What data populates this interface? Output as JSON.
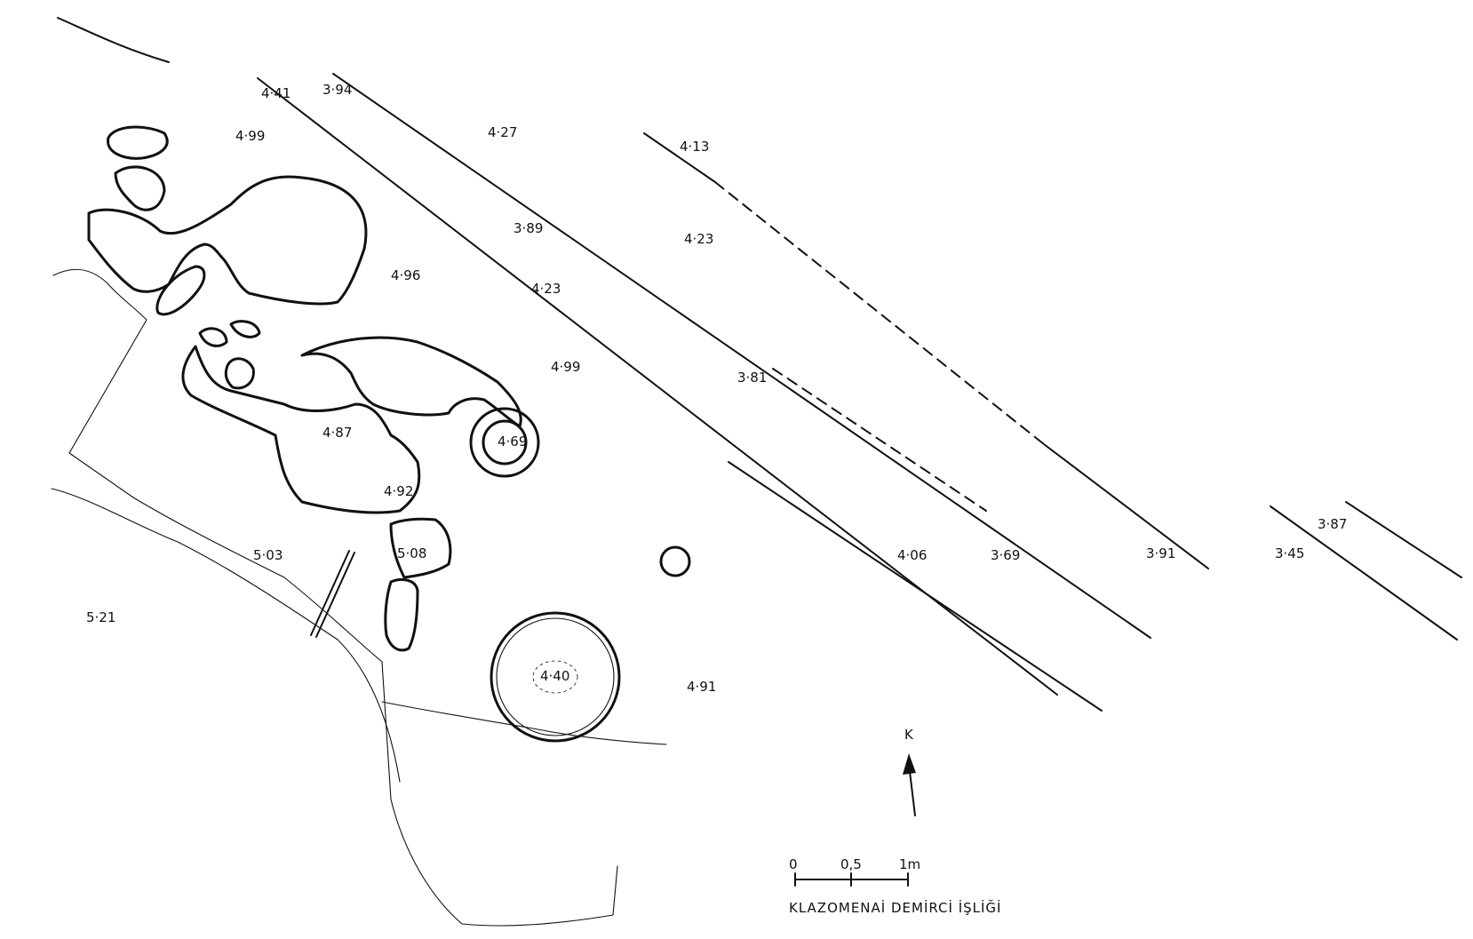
{
  "plan": {
    "title": "KLAZOMENAİ DEMİRCİ İŞLİĞİ",
    "north_label": "K",
    "scale": {
      "labels": [
        "0",
        "0,5",
        "1m"
      ]
    },
    "elevations": {
      "e441": "4·41",
      "e394": "3·94",
      "e427": "4·27",
      "e413": "4·13",
      "e499a": "4·99",
      "e389": "3·89",
      "e423a": "4·23",
      "e496": "4·96",
      "e423b": "4·23",
      "e381": "3·81",
      "e499b": "4·99",
      "e469": "4·69",
      "e487": "4·87",
      "e492": "4·92",
      "e503": "5·03",
      "e508": "5·08",
      "e521": "5·21",
      "e440": "4·40",
      "e491": "4·91",
      "e406": "4·06",
      "e369": "3·69",
      "e391": "3·91",
      "e345": "3·45",
      "e387": "3·87"
    }
  }
}
